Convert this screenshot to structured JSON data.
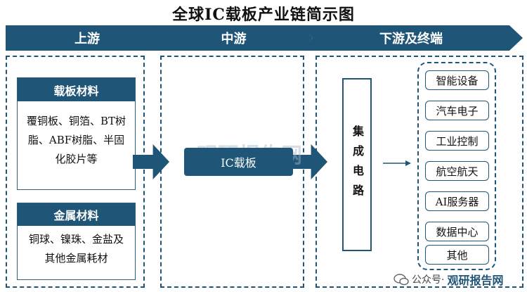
{
  "title": "全球IC载板产业链简示图",
  "stages": {
    "upstream": "上游",
    "midstream": "中游",
    "downstream": "下游及终端"
  },
  "upstream": {
    "panel1": {
      "title": "载板材料",
      "lines": [
        "覆铜板、铜箔、BT树",
        "脂、ABF树脂、半固",
        "化胶片等"
      ]
    },
    "panel2": {
      "title": "金属材料",
      "lines": [
        "铜球、镍珠、金盐及",
        "其他金属耗材"
      ]
    }
  },
  "midstream": {
    "product": "IC载板"
  },
  "downstream": {
    "core": "集成电路",
    "applications": [
      "智能设备",
      "汽车电子",
      "工业控制",
      "航空航天",
      "AI服务器",
      "数据中心",
      "其他"
    ]
  },
  "watermark": {
    "center": "观研报告网",
    "bottom_left": "公众号·",
    "bottom_right": "观研报告网"
  },
  "colors": {
    "primary": "#1f5577",
    "watermark": "#9fb8c9"
  }
}
